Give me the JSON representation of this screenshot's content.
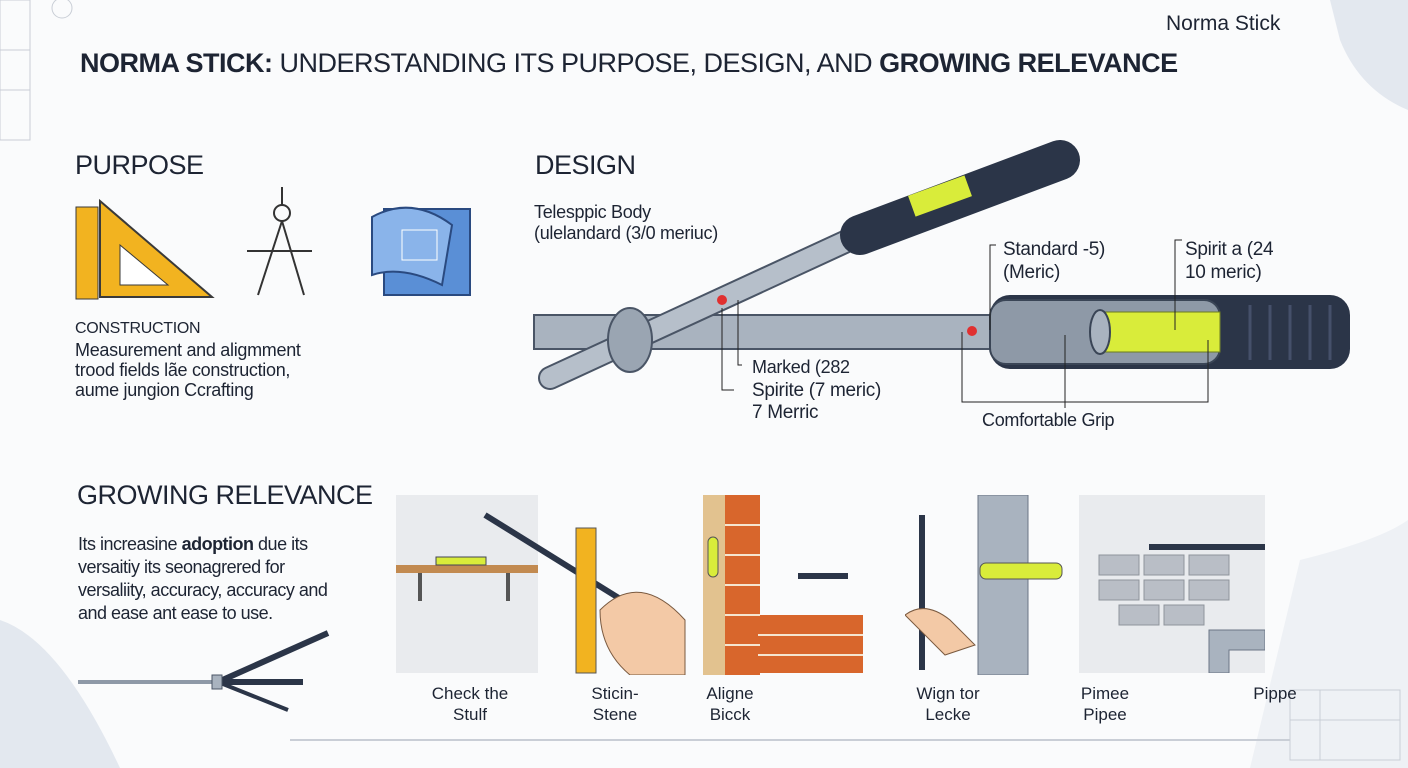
{
  "header": {
    "title_bold1": "NORMA STICK:",
    "title_mid": " UNDERSTANDING ITS PURPOSE, DESIGN, AND ",
    "title_bold2": "GROWING RELEVANCE",
    "brand": "Norma Stick"
  },
  "purpose": {
    "heading": "PURPOSE",
    "subheading": "CONSTRUCTION",
    "lines": [
      "Measurement and aligmment",
      "trood fields lãe construction,",
      "aume jungion Ccrafting"
    ]
  },
  "design": {
    "heading": "DESIGN",
    "labels": {
      "body1": "Telesppic Body",
      "body2": "(ulelandard (3/0 meriuc)",
      "std1": "Standard -5)",
      "std2": "(Meric)",
      "spirit1": "Spirit a (24",
      "spirit2": "10 meric)",
      "marked": "Marked (282",
      "spirite1": "Spirite (7 meric)",
      "spirite2": "7 Merric",
      "grip": "Comfortable Grip"
    }
  },
  "relevance": {
    "heading": "GROWING RELEVANCE",
    "text_pre": "Its increasine ",
    "text_bold": "adoption",
    "text_post": " due its",
    "lines": [
      "versaitiy its seonagrered for",
      "versaliity, accuracy, accuracy and",
      "and ease ant ease to use."
    ]
  },
  "examples": [
    {
      "line1": "Check the",
      "line2": "Stulf"
    },
    {
      "line1": "Sticin-",
      "line2": "Stene"
    },
    {
      "line1": "Aligne",
      "line2": "Bicck"
    },
    {
      "line1": "Wign tor",
      "line2": "Lecke"
    },
    {
      "line1": "Pimee",
      "line2": "Pipee"
    },
    {
      "line1": "Pippe",
      "line2": ""
    }
  ],
  "colors": {
    "text": "#1d2433",
    "steel": "#a9b3bf",
    "grip": "#2b3548",
    "vial": "#d9ec3a",
    "ruler": "#f2b320",
    "blueprint": "#5a8fd6",
    "brick": "#d8662c"
  }
}
